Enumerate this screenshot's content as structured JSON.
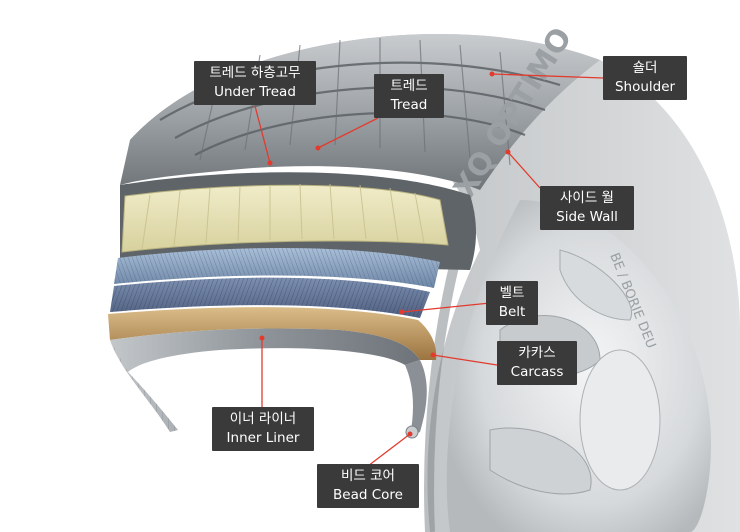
{
  "colors": {
    "label_bg": "#3a3a3a",
    "label_text": "#ffffff",
    "leader_line": "#e23b2e",
    "tread_rubber": "#8e9397",
    "sidewall": "#b8bbbd",
    "belt_steel": "#7f98b8",
    "carcass": "#c9a36b",
    "under_tread": "#e6e1b8",
    "inner_liner": "#9aa0a5"
  },
  "tire": {
    "sidewall_text": "XQ OPTIMO",
    "sidewall_small_text": "BE / BORIE DEU"
  },
  "components": [
    {
      "id": "under-tread",
      "ko": "트레드 하층고무",
      "en": "Under Tread"
    },
    {
      "id": "tread",
      "ko": "트레드",
      "en": "Tread"
    },
    {
      "id": "shoulder",
      "ko": "숄더",
      "en": "Shoulder"
    },
    {
      "id": "side-wall",
      "ko": "사이드 월",
      "en": "Side Wall"
    },
    {
      "id": "belt",
      "ko": "벨트",
      "en": "Belt"
    },
    {
      "id": "carcass",
      "ko": "카카스",
      "en": "Carcass"
    },
    {
      "id": "inner-liner",
      "ko": "이너 라이너",
      "en": "Inner Liner"
    },
    {
      "id": "bead-core",
      "ko": "비드 코어",
      "en": "Bead Core"
    }
  ]
}
